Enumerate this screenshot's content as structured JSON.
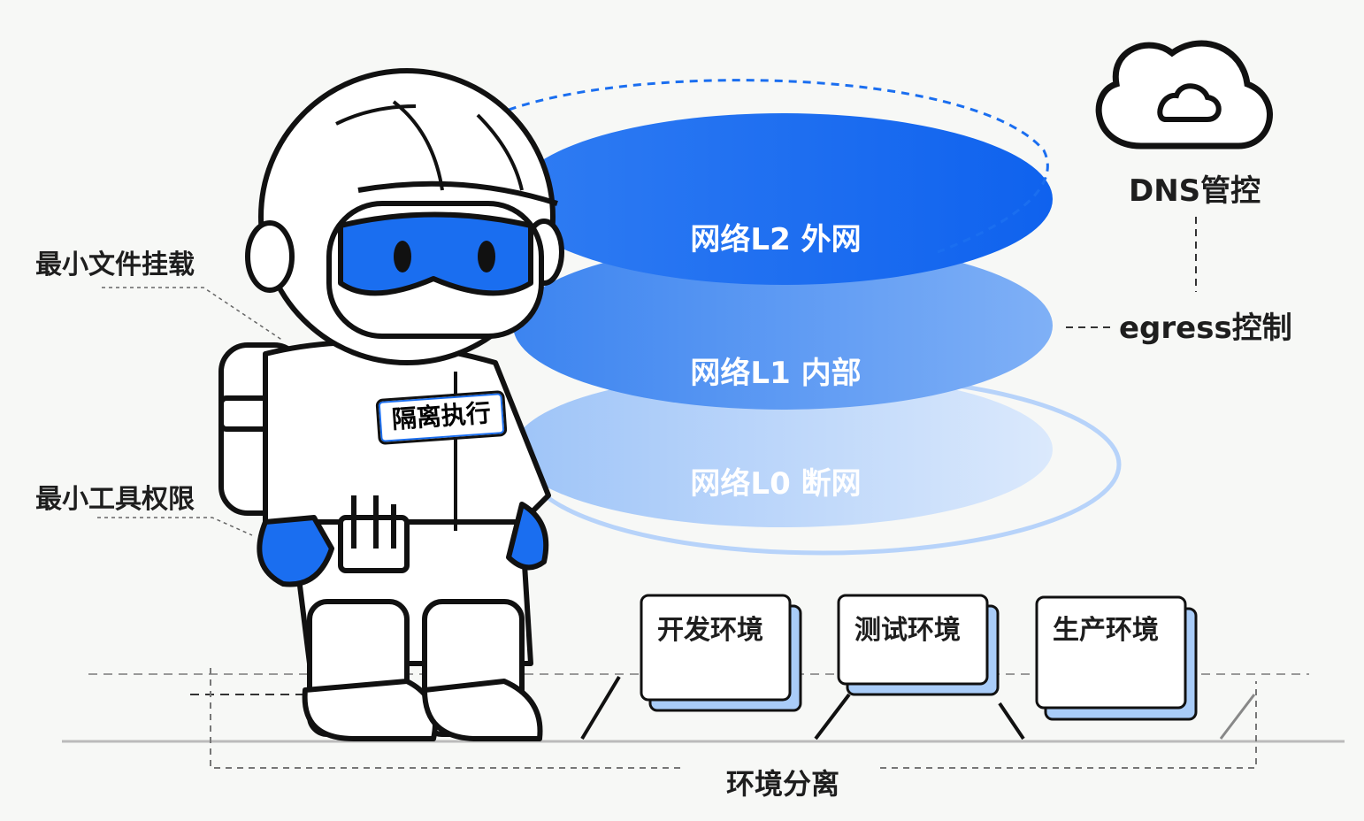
{
  "title": "Sandbox isolation illustration",
  "left_labels": {
    "file_mount": "最小文件挂载",
    "tool_permission": "最小工具权限"
  },
  "badge": "隔离执行",
  "network_layers": [
    {
      "label": "网络L2 外网",
      "color": "#1a6ef0"
    },
    {
      "label": "网络L1 内部",
      "color": "#4f8ff2"
    },
    {
      "label": "网络L0 断网",
      "color": "#b7d3fa"
    }
  ],
  "dns": {
    "label": "DNS管控",
    "icon": "cloud-icon"
  },
  "egress": {
    "label": "egress控制"
  },
  "environments": [
    {
      "label": "开发环境"
    },
    {
      "label": "测试环境"
    },
    {
      "label": "生产环境"
    }
  ],
  "environment_separation": "环境分离",
  "colors": {
    "accent": "#1a6ef0",
    "light": "#b7d3fa",
    "ink": "#111111"
  }
}
